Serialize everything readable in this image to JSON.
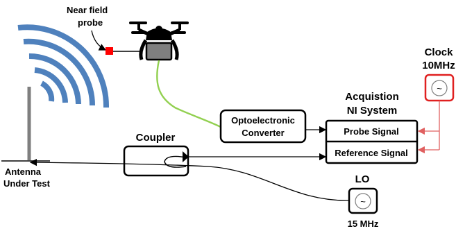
{
  "labels": {
    "near_field_probe_line1": "Near field",
    "near_field_probe_line2": "probe",
    "antenna_line1": "Antenna",
    "antenna_line2": "Under Test",
    "coupler": "Coupler",
    "opto_line1": "Optoelectronic",
    "opto_line2": "Converter",
    "acq_line1": "Acquistion",
    "acq_line2": "NI System",
    "probe_signal": "Probe Signal",
    "reference_signal": "Reference Signal",
    "clock_line1": "Clock",
    "clock_line2": "10MHz",
    "lo": "LO",
    "lo_freq": "15 MHz",
    "oscillator_symbol": "~"
  },
  "colors": {
    "antenna_waves": "#4f81bd",
    "probe_marker": "#ff0000",
    "clock_border": "#e02020",
    "clock_lines": "#e06060",
    "fiber": "#92d050",
    "wire": "#000000",
    "mast": "#7f7f7f"
  }
}
